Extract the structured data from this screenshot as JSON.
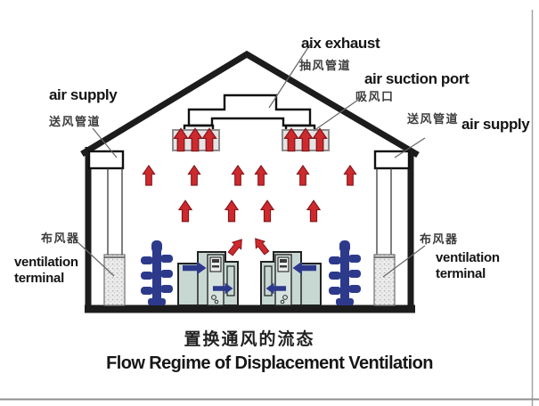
{
  "labels": {
    "supply_left_en": "air supply",
    "supply_left_zh": "送风管道",
    "exhaust_en": "aix exhaust",
    "exhaust_zh": "抽风管道",
    "suction_en": "air suction port",
    "suction_zh": "吸风口",
    "supply_right_zh": "送风管道",
    "supply_right_en": "air supply",
    "diffuser_left_zh": "布风器",
    "terminal_left_en": "ventilation terminal",
    "diffuser_right_zh": "布风器",
    "terminal_right_en": "ventilation terminal"
  },
  "caption": {
    "zh": "置换通风的流态",
    "en": "Flow Regime of Displacement Ventilation"
  },
  "colors": {
    "arrow_red": "#ce2a2d",
    "flow_blue": "#2d3a8c",
    "machine_fill": "#c7d8d2",
    "outline": "#1c1c1c"
  }
}
